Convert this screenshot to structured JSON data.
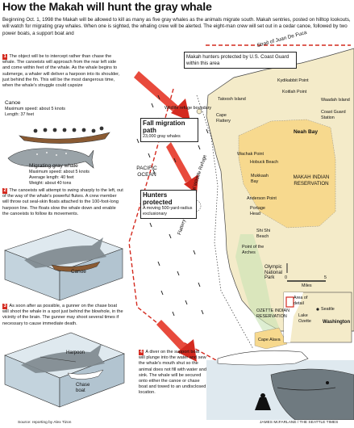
{
  "title": "How the Makah will hunt the gray whale",
  "intro": "Beginning Oct. 1, 1998 the Makah will be allowed to kill as many as five gray whales as the animals migrate south. Makah sentries, posted on hilltop lookouts, will watch for migrating gray whales. When one is sighted, the whaling crew will be alerted. The eight-man crew will set out in a cedar canoe, followed by two power boats, a support boat and",
  "steps": [
    {
      "num": "1",
      "text": "The object will be to intercept rather than chase the whale. The canoeists will approach from the rear left side and come within feet of the whale. As the whale begins to submerge, a whaler will deliver a harpoon into its shoulder, just behind the fin. This will be the most dangerous time, when the whale's struggle could capsize"
    },
    {
      "num": "2",
      "text": "The canoeists will attempt to swing sharply to the left, out of the way of the whale's powerful flukes. A crew member will throw out seal-skin floats attached to the 100-foot-long harpoon line. The floats slow the whale down and enable the canoeists to follow its movements."
    },
    {
      "num": "3",
      "text": "As soon after as possible, a gunner on the chase boat will shoot the whale in a spot just behind the blowhole, in the vicinity of the brain. The gunner may shoot several times if necessary to cause immediate death."
    },
    {
      "num": "4",
      "text": "A diver on the support boat will plunge into the water and sew the whale's mouth shut so the animal does not fill with water and sink. The whale will be secured onto either the canoe or chase boat and towed to an undisclosed location."
    }
  ],
  "canoe": {
    "heading": "Canoe",
    "speed": "Maximum speed: about 5 knots",
    "length": "Length: 37 feet"
  },
  "whale": {
    "heading": "Migrating gray whale",
    "speed": "Maximum speed: about 5 knots",
    "length": "Average length: 40 feet",
    "weight": "Weight: about 40 tons"
  },
  "labels": {
    "canoe2": "Canoe",
    "harpoon": "Harpoon",
    "chase_boat": "Chase boat"
  },
  "map": {
    "strait": "Strait of Juan De Fuca",
    "protected_box": "Makah hunters protected by U.S. Coast Guard within this area",
    "refuge_boundary": "Wildlife refuge boundary",
    "refuge": "Flattery Rocks National Wildlife Refuge",
    "pacific": "PACIFIC OCEAN",
    "fall_title": "Fall migration path",
    "fall_sub": "23,000 gray whales",
    "hunters_title": "Hunters protected",
    "hunters_sub": "A moving 500-yard-radius exclusionary",
    "places": {
      "tatoosh": "Tatoosh Island",
      "cape_flattery": "Cape Flattery",
      "kydikabbit": "Kydikabbit Point",
      "koitlah": "Koitlah Point",
      "waadah": "Waadah Island",
      "coast_guard": "Coast Guard Station",
      "neah_bay": "Neah Bay",
      "wachak": "Wachak Point",
      "hobuck": "Hobuck Beach",
      "mukkaah": "Mukkaah Bay",
      "makah_res": "MAKAH INDIAN RESERVATION",
      "anderson": "Anderson Point",
      "portage": "Portage Head",
      "shi_shi": "Shi Shi Beach",
      "point_arches": "Point of the Arches",
      "olympic": "Olympic National Park",
      "ozette": "OZETTE INDIAN RESERVATION",
      "cape_alava": "Cape Alava",
      "lake_ozette": "Lake Ozette",
      "inset_area": "Area of detail",
      "seattle": "Seattle",
      "washington": "Washington"
    },
    "scale_0": "0",
    "scale_5": "5",
    "scale_unit": "Miles"
  },
  "credits": {
    "source": "Source: reporting by Alex Tizon",
    "artist": "JAMES McFARLANE / THE SEATTLE TIMES"
  },
  "colors": {
    "sea": "#ffffff",
    "land": "#f4ebc9",
    "reservation": "#f7d98e",
    "accent": "#d42a1f",
    "park_green": "#8cc68a"
  }
}
